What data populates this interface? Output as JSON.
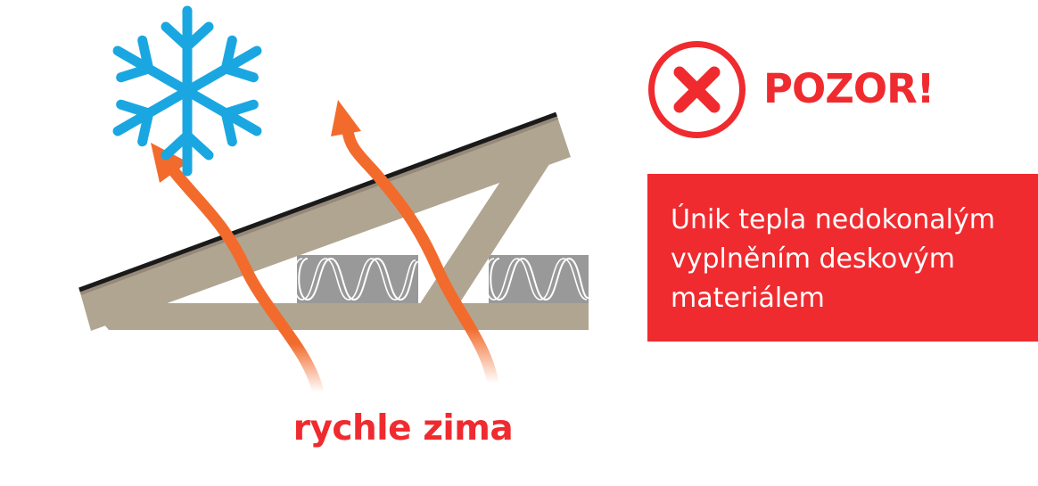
{
  "colors": {
    "snow": "#1AA7E1",
    "arrow": "#F26B2C",
    "alert": "#EF2B2F",
    "wood": "#B0A591",
    "wood_dark": "#97897A",
    "roof": "#1A1A1A",
    "insulation": "#999999",
    "white": "#FFFFFF"
  },
  "icons": {
    "snowflake": "snowflake-icon",
    "warning": "close-circle-icon",
    "insulation": "insulation-batt-icon"
  },
  "diagram": {
    "caption": "rychle zima"
  },
  "warning": {
    "title": "POZOR!",
    "text": "Únik tepla nedokonalým vyplněním deskovým materiálem"
  }
}
